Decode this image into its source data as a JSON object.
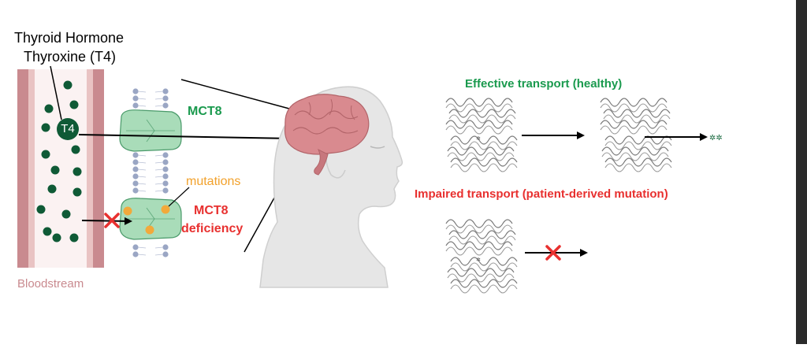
{
  "labels": {
    "hormone_line1": "Thyroid Hormone",
    "hormone_line2": "Thyroxine (T4)",
    "t4": "T4",
    "mct8": "MCT8",
    "mutations": "mutations",
    "deficiency_line1": "MCT8",
    "deficiency_line2": "deficiency",
    "bloodstream": "Bloodstream",
    "effective": "Effective transport (healthy)",
    "impaired": "Impaired transport (patient-derived mutation)"
  },
  "colors": {
    "vessel_wall": "#c98a8f",
    "vessel_inner": "#e9c3c3",
    "vessel_lumen": "#fbf2f2",
    "t4_dot": "#0f5a36",
    "transporter": "#a9dcb9",
    "transporter_stroke": "#4a9a6a",
    "mutation_dot": "#f2a93b",
    "green_text": "#1a9a4e",
    "red_text": "#e8302f",
    "orange_text": "#f2a12b",
    "block_x": "#e8302f",
    "brain": "#d98a8f",
    "head": "#e6e6e6",
    "bloodstream_text": "#c98a8f"
  }
}
